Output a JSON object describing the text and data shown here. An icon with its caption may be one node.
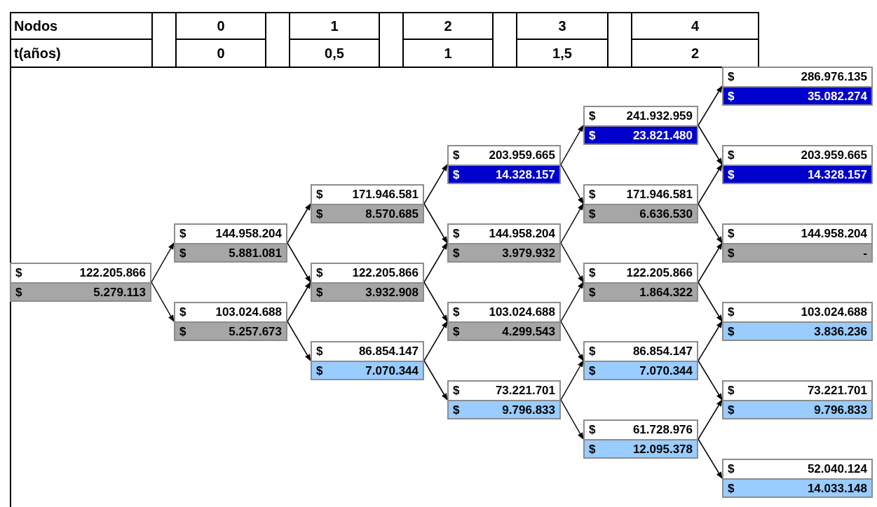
{
  "diagram": {
    "nodes": [
      {
        "text": [
          "$ 122.205.866",
          "$ 5.279.113"
        ]
      },
      {
        "text": [
          "$ 144.958.204",
          "$ 5.881.081"
        ]
      },
      {
        "text": [
          "$ 103.024.688",
          "$ 5.257.673"
        ]
      },
      {
        "text": [
          "$ 171.946.581",
          "$ 8.570.685"
        ]
      },
      {
        "text": [
          "$ 122.205.866",
          "$ 3.932.908"
        ]
      },
      {
        "text": [
          "$ 86.854.147",
          "$ 7.070.344"
        ]
      },
      {
        "text": [
          "$ 203.959.665",
          "$ 14.328.157"
        ]
      },
      {
        "text": [
          "$ 144.958.204",
          "$ 3.979.932"
        ]
      },
      {
        "text": [
          "$ 103.024.688",
          "$ 4.299.543"
        ]
      },
      {
        "text": [
          "$ 73.221.701",
          "$ 9.796.833"
        ]
      },
      {
        "text": [
          "$ 241.932.959",
          "$ 23.821.480"
        ]
      },
      {
        "text": [
          "$ 171.946.581",
          "$ 6.636.530"
        ]
      },
      {
        "text": [
          "$ 122.205.866",
          "$ 1.864.322"
        ]
      },
      {
        "text": [
          "$ 86.854.147",
          "$ 7.070.344"
        ]
      },
      {
        "text": [
          "$ 61.728.976",
          "$ 12.095.378"
        ]
      },
      {
        "text": [
          "$ 286.976.135",
          "$ 35.082.274"
        ]
      },
      {
        "text": [
          "$ 203.959.665",
          "$ 14.328.157"
        ]
      },
      {
        "text": [
          "$ 144.958.204",
          "$ -"
        ]
      },
      {
        "text": [
          "$ 103.024.688",
          "$ 3.836.236"
        ]
      },
      {
        "text": [
          "$ 73.221.701",
          "$ 9.796.833"
        ]
      },
      {
        "text": [
          "$ 52.040.124",
          "$ 14.033.148"
        ]
      }
    ],
    "edges": [
      {
        "from": 0,
        "to": 1,
        "arrow": "to"
      },
      {
        "from": 0,
        "to": 2,
        "arrow": "to"
      },
      {
        "from": 1,
        "to": 3,
        "arrow": "to"
      },
      {
        "from": 1,
        "to": 4,
        "arrow": "to"
      },
      {
        "from": 2,
        "to": 4,
        "arrow": "to"
      },
      {
        "from": 2,
        "to": 5,
        "arrow": "to"
      },
      {
        "from": 3,
        "to": 6,
        "arrow": "to"
      },
      {
        "from": 3,
        "to": 7,
        "arrow": "to"
      },
      {
        "from": 4,
        "to": 7,
        "arrow": "to"
      },
      {
        "from": 4,
        "to": 8,
        "arrow": "to"
      },
      {
        "from": 5,
        "to": 8,
        "arrow": "to"
      },
      {
        "from": 5,
        "to": 9,
        "arrow": "to"
      },
      {
        "from": 6,
        "to": 10,
        "arrow": "to"
      },
      {
        "from": 6,
        "to": 11,
        "arrow": "to"
      },
      {
        "from": 7,
        "to": 11,
        "arrow": "to"
      },
      {
        "from": 7,
        "to": 12,
        "arrow": "to"
      },
      {
        "from": 8,
        "to": 12,
        "arrow": "to"
      },
      {
        "from": 8,
        "to": 13,
        "arrow": "to"
      },
      {
        "from": 9,
        "to": 13,
        "arrow": "to"
      },
      {
        "from": 9,
        "to": 14,
        "arrow": "to"
      },
      {
        "from": 10,
        "to": 15,
        "arrow": "to"
      },
      {
        "from": 10,
        "to": 16,
        "arrow": "to"
      },
      {
        "from": 11,
        "to": 16,
        "arrow": "to"
      },
      {
        "from": 11,
        "to": 17,
        "arrow": "to"
      },
      {
        "from": 12,
        "to": 17,
        "arrow": "to"
      },
      {
        "from": 12,
        "to": 18,
        "arrow": "to"
      },
      {
        "from": 13,
        "to": 18,
        "arrow": "to"
      },
      {
        "from": 13,
        "to": 19,
        "arrow": "to"
      },
      {
        "from": 14,
        "to": 19,
        "arrow": "to"
      },
      {
        "from": 14,
        "to": 20,
        "arrow": "to"
      }
    ],
    "labels": [
      "Nodos",
      "0",
      "1",
      "2",
      "3",
      "4",
      "t(años)",
      "0",
      "0,5",
      "1",
      "1,5",
      "2"
    ]
  }
}
